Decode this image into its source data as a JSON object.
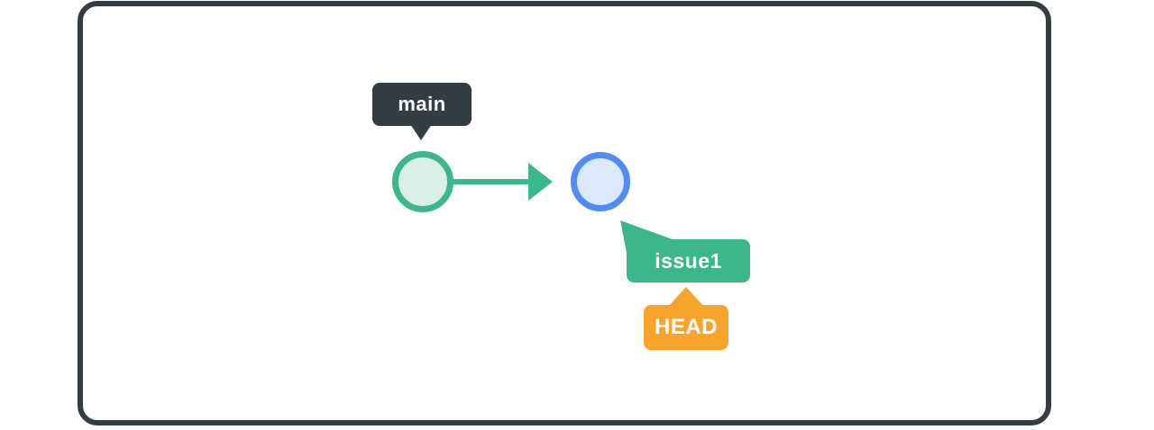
{
  "colors": {
    "canvas": "#ffffff",
    "frame": "#333d42",
    "dark": "#333d42",
    "green": "#3cb789",
    "green-light": "#daf0e6",
    "blue": "#4f8df5",
    "blue-light": "#dbe8fd",
    "orange": "#f8a42c",
    "label-text": "#ffffff"
  },
  "diagram": {
    "type": "git-commit-graph",
    "labels": {
      "main": "main",
      "issue1": "issue1",
      "head": "HEAD"
    },
    "nodes": [
      {
        "id": "commit-main",
        "branch": "main",
        "border_color": "#3cb789",
        "fill_color": "#daf0e6"
      },
      {
        "id": "commit-issue1",
        "branch": "issue1",
        "border_color": "#4f8df5",
        "fill_color": "#dbe8fd",
        "is_head": true
      }
    ],
    "edges": [
      {
        "from": "commit-main",
        "to": "commit-issue1",
        "color": "#3cb789",
        "arrow": true
      }
    ]
  }
}
